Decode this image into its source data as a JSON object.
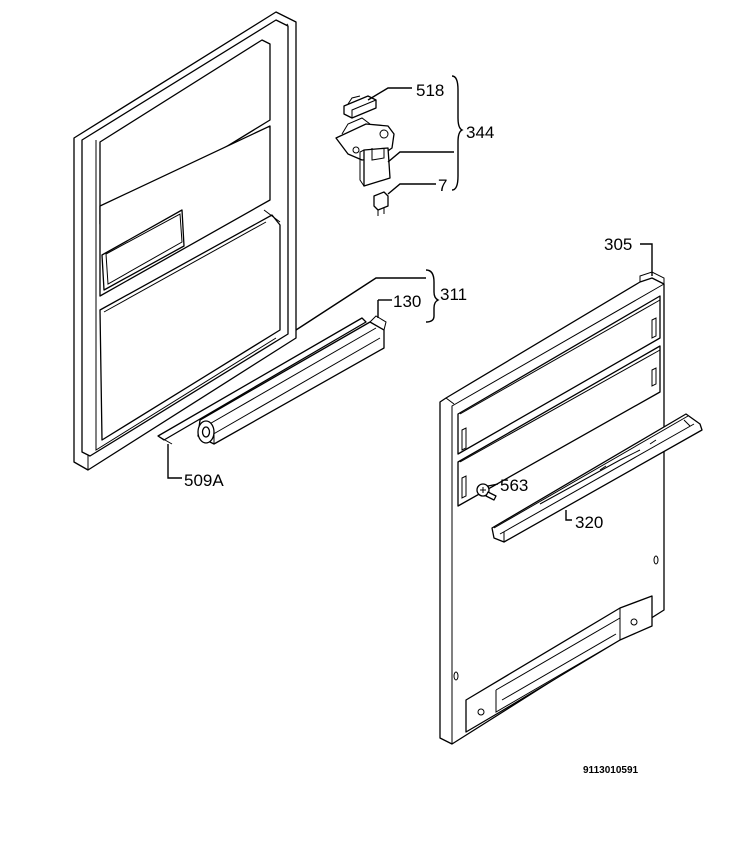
{
  "labels": {
    "l518": "518",
    "l344": "344",
    "l7": "7",
    "l305": "305",
    "l311": "311",
    "l130": "130",
    "l509a": "509A",
    "l563": "563",
    "l320": "320"
  },
  "drawing_code": "9113010591",
  "colors": {
    "line": "#000000",
    "background": "#ffffff"
  }
}
